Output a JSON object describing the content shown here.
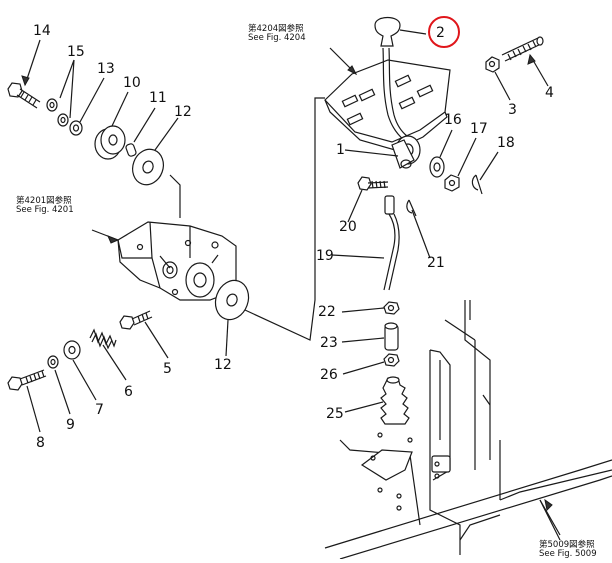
{
  "part_labels": {
    "p1": "1",
    "p2": "2",
    "p3": "3",
    "p4": "4",
    "p5": "5",
    "p6": "6",
    "p7": "7",
    "p8": "8",
    "p9": "9",
    "p10": "10",
    "p11": "11",
    "p12a": "12",
    "p12b": "12",
    "p13": "13",
    "p14": "14",
    "p15": "15",
    "p16": "16",
    "p17": "17",
    "p18": "18",
    "p19": "19",
    "p20": "20",
    "p21": "21",
    "p22": "22",
    "p23": "23",
    "p25": "25",
    "p26": "26"
  },
  "references": {
    "fig4204_cn": "第4204図参照",
    "fig4204_en": "See Fig. 4204",
    "fig4201_cn": "第4201図参照",
    "fig4201_en": "See Fig. 4201",
    "fig5009_cn": "第5009図参照",
    "fig5009_en": "See Fig. 5009"
  },
  "highlight": {
    "color": "#e0161b",
    "target": "2"
  }
}
